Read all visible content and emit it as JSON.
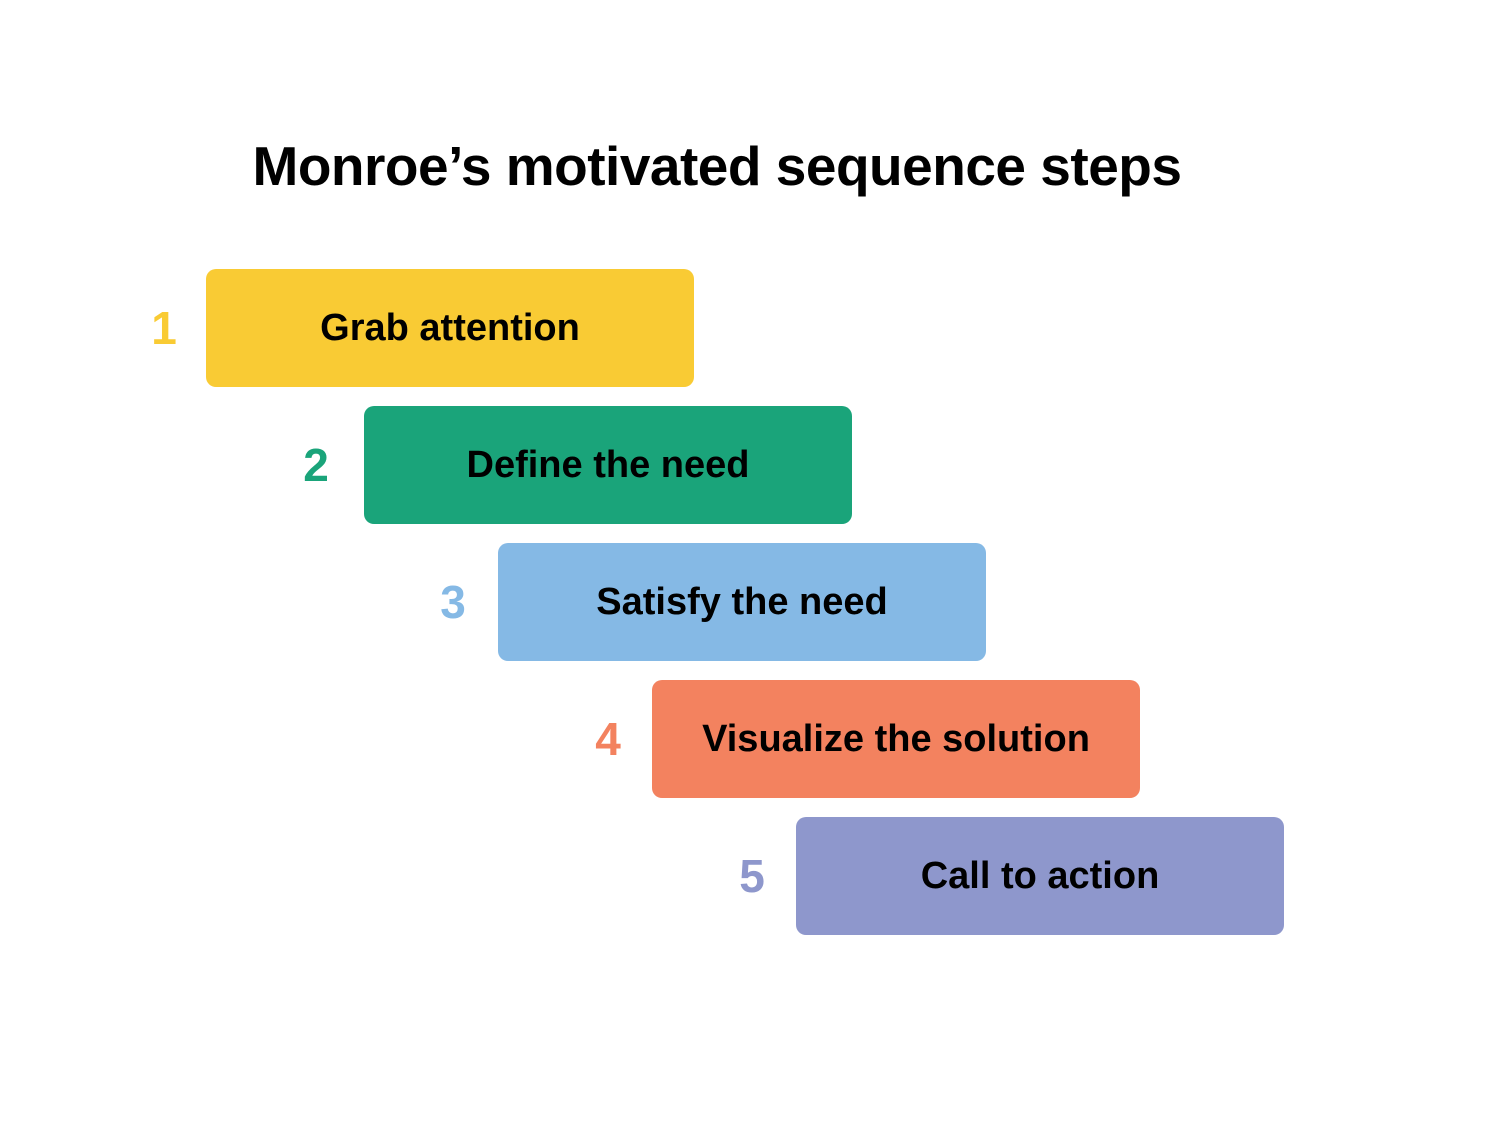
{
  "title": "Monroe’s motivated sequence steps",
  "steps": [
    {
      "number": "1",
      "label": "Grab attention",
      "color": "#F9CB34"
    },
    {
      "number": "2",
      "label": "Define the need",
      "color": "#1AA47A"
    },
    {
      "number": "3",
      "label": "Satisfy the need",
      "color": "#85B9E5"
    },
    {
      "number": "4",
      "label": "Visualize the solution",
      "color": "#F3825F"
    },
    {
      "number": "5",
      "label": "Call to action",
      "color": "#8E97CC"
    }
  ]
}
